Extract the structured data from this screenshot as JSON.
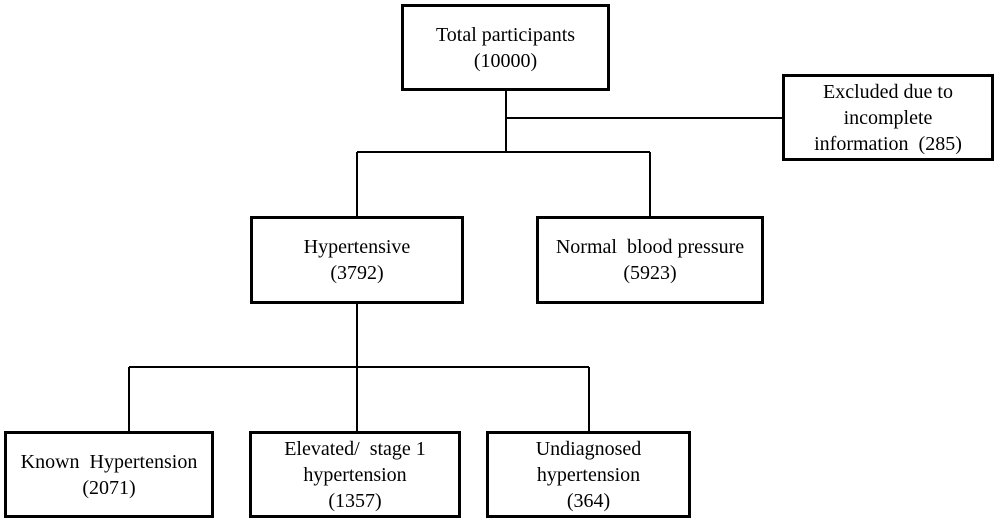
{
  "nodes": {
    "total": {
      "lines": [
        "Total participants",
        "(10000)"
      ]
    },
    "excluded": {
      "lines": [
        "Excluded due to",
        "incomplete",
        "information  (285)"
      ]
    },
    "hypertensive": {
      "lines": [
        "Hypertensive",
        "(3792)"
      ]
    },
    "normal": {
      "lines": [
        "Normal  blood pressure",
        "(5923)"
      ]
    },
    "known": {
      "lines": [
        "Known  Hypertension",
        "(2071)"
      ]
    },
    "elevated": {
      "lines": [
        "Elevated/  stage 1",
        "hypertension",
        "(1357)"
      ]
    },
    "undiagnosed": {
      "lines": [
        "Undiagnosed",
        "hypertension",
        "(364)"
      ]
    }
  },
  "colors": {
    "line": "#000000",
    "box_border": "#000000",
    "background": "#ffffff"
  }
}
